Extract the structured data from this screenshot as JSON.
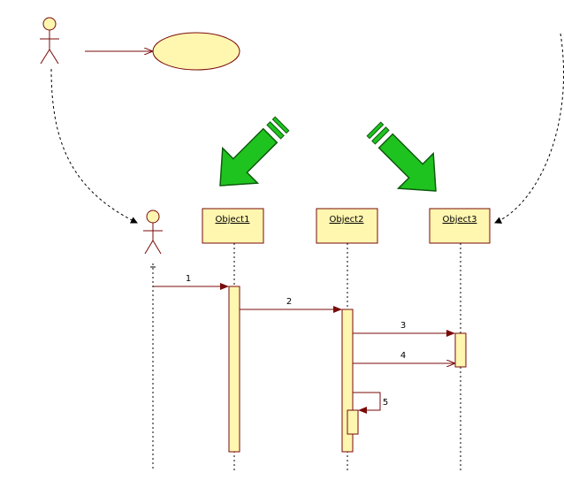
{
  "colors": {
    "outline": "#7a0a0a",
    "fill": "#fff6b0",
    "message": "#7a0a0a",
    "dashed": "#000000",
    "arrow_fill": "#1fc31f",
    "arrow_stroke": "#0d5a0d"
  },
  "objects": [
    {
      "label": "Object1"
    },
    {
      "label": "Object2"
    },
    {
      "label": "Object3"
    }
  ],
  "messages": [
    {
      "label": "1"
    },
    {
      "label": "2"
    },
    {
      "label": "3"
    },
    {
      "label": "4"
    },
    {
      "label": "5"
    }
  ],
  "icons": {
    "actor": "stick-figure-icon",
    "use_case": "ellipse-icon",
    "transform_arrow": "big-green-arrow-icon"
  }
}
